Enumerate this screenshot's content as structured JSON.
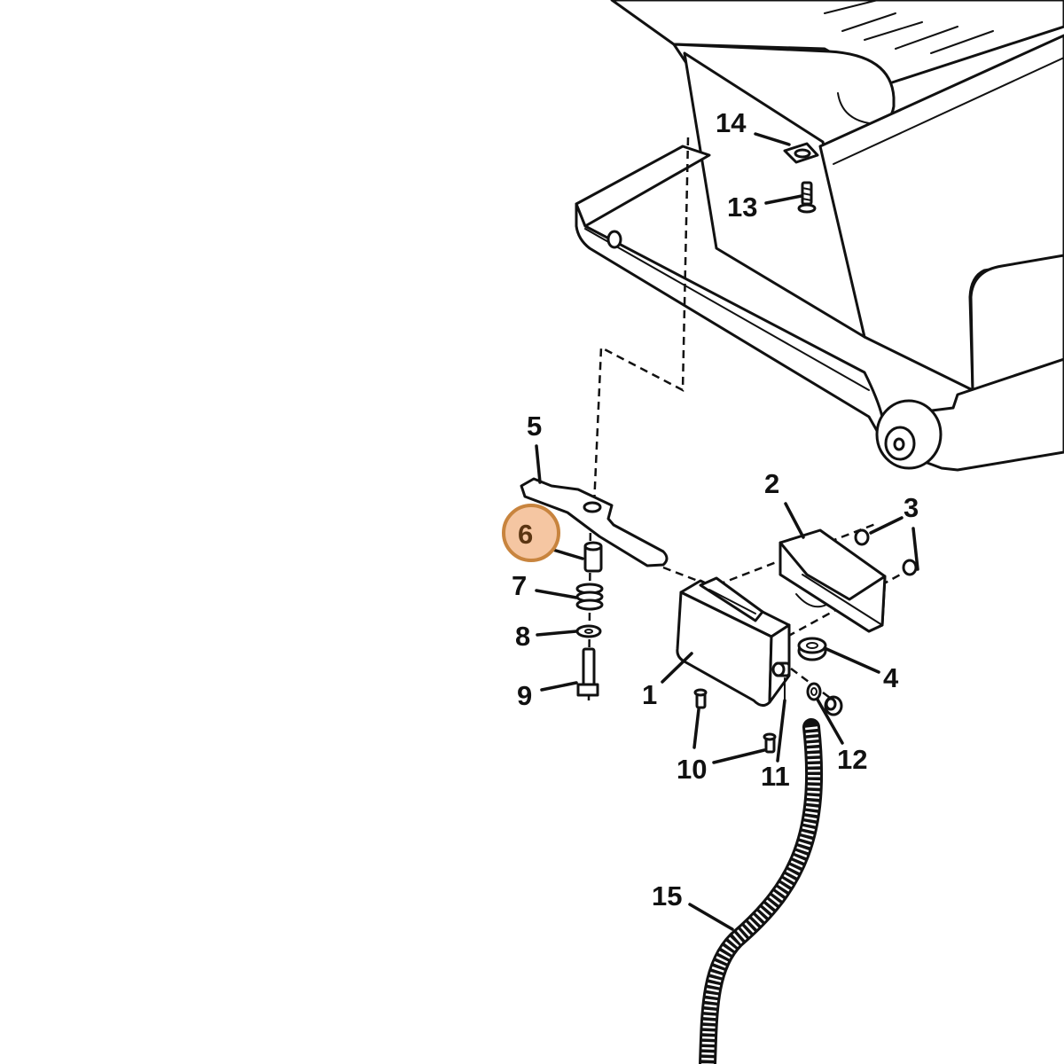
{
  "callouts": [
    {
      "id": "1",
      "text": "1"
    },
    {
      "id": "2",
      "text": "2"
    },
    {
      "id": "3",
      "text": "3"
    },
    {
      "id": "4",
      "text": "4"
    },
    {
      "id": "5",
      "text": "5"
    },
    {
      "id": "6",
      "text": "6",
      "highlighted": true
    },
    {
      "id": "7",
      "text": "7"
    },
    {
      "id": "8",
      "text": "8"
    },
    {
      "id": "9",
      "text": "9"
    },
    {
      "id": "10",
      "text": "10"
    },
    {
      "id": "11",
      "text": "11"
    },
    {
      "id": "12",
      "text": "12"
    },
    {
      "id": "13",
      "text": "13"
    },
    {
      "id": "14",
      "text": "14"
    },
    {
      "id": "15",
      "text": "15"
    }
  ],
  "highlight": {
    "ring_fill": "#f5c6a2",
    "ring_stroke": "#c8843e"
  }
}
